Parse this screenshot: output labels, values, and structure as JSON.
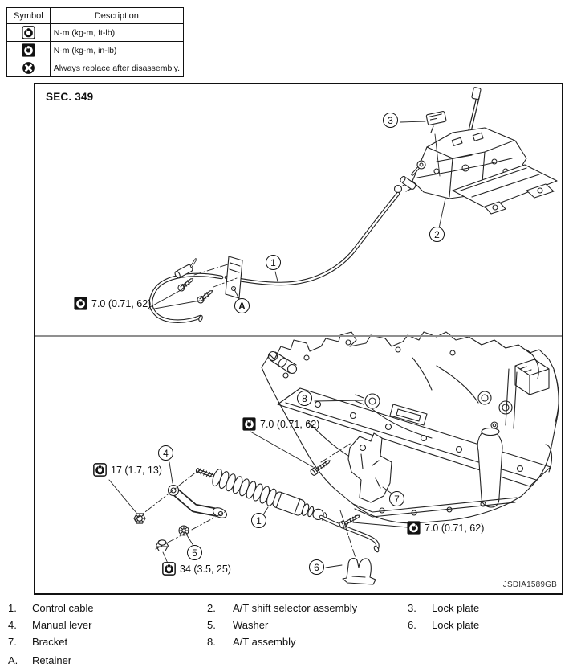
{
  "legend": {
    "headers": [
      "Symbol",
      "Description"
    ],
    "rows": [
      {
        "icon": "torque-wrench-outline-icon",
        "description": "N·m (kg-m, ft-lb)"
      },
      {
        "icon": "torque-wrench-filled-icon",
        "description": "N·m (kg-m, in-lb)"
      },
      {
        "icon": "replace-after-disassembly-icon",
        "description": "Always replace after disassembly."
      }
    ]
  },
  "diagram": {
    "section_label": "SEC. 349",
    "figure_id": "JSDIA1589GB",
    "torque_labels": [
      {
        "icon": "torque-wrench-filled-icon",
        "unit": "in-lb",
        "value": "7.0 (0.71, 62)"
      },
      {
        "icon": "torque-wrench-filled-icon",
        "unit": "in-lb",
        "value": "7.0 (0.71, 62)"
      },
      {
        "icon": "torque-wrench-outline-icon",
        "unit": "ft-lb",
        "value": "17 (1.7, 13)"
      },
      {
        "icon": "torque-wrench-filled-icon",
        "unit": "in-lb",
        "value": "7.0 (0.71, 62)"
      },
      {
        "icon": "torque-wrench-outline-icon",
        "unit": "ft-lb",
        "value": "34 (3.5, 25)"
      }
    ],
    "callouts": [
      {
        "label": "1"
      },
      {
        "label": "2"
      },
      {
        "label": "3"
      },
      {
        "label": "A"
      },
      {
        "label": "8"
      },
      {
        "label": "4"
      },
      {
        "label": "5"
      },
      {
        "label": "1"
      },
      {
        "label": "7"
      },
      {
        "label": "6"
      }
    ]
  },
  "parts_list": [
    {
      "ref": "1.",
      "label": "Control cable"
    },
    {
      "ref": "2.",
      "label": "A/T shift selector assembly"
    },
    {
      "ref": "3.",
      "label": "Lock plate"
    },
    {
      "ref": "4.",
      "label": "Manual lever"
    },
    {
      "ref": "5.",
      "label": "Washer"
    },
    {
      "ref": "6.",
      "label": "Lock plate"
    },
    {
      "ref": "7.",
      "label": "Bracket"
    },
    {
      "ref": "8.",
      "label": "A/T assembly"
    },
    {
      "ref": "A.",
      "label": "Retainer"
    }
  ]
}
